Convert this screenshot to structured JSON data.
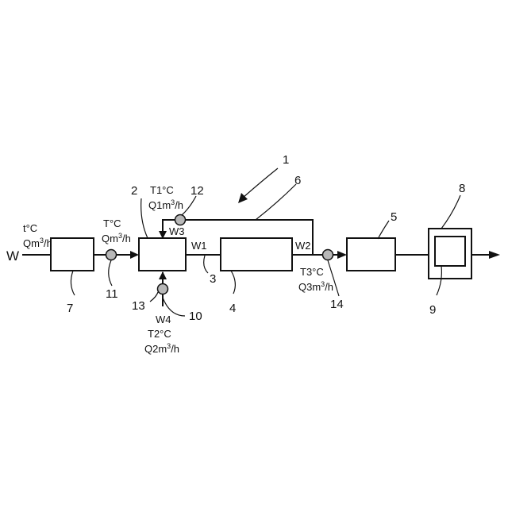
{
  "input_label": "W",
  "inlet": {
    "temp": "t°C",
    "flow": "Qm",
    "flow_sup": "3",
    "flow_unit": "/h"
  },
  "after_unit7": {
    "temp": "T°C",
    "flow": "Qm",
    "flow_sup": "3",
    "flow_unit": "/h"
  },
  "recirc": {
    "temp": "T1°C",
    "flow": "Q1m",
    "flow_sup": "3",
    "flow_unit": "/h",
    "stream": "W3"
  },
  "side_feed": {
    "stream": "W4",
    "temp": "T2°C",
    "flow": "Q2m",
    "flow_sup": "3",
    "flow_unit": "/h"
  },
  "outlet": {
    "temp": "T3°C",
    "flow": "Q3m",
    "flow_sup": "3",
    "flow_unit": "/h"
  },
  "streams": {
    "w1": "W1",
    "w2": "W2"
  },
  "refs": {
    "r1": "1",
    "r2": "2",
    "r3": "3",
    "r4": "4",
    "r5": "5",
    "r6": "6",
    "r7": "7",
    "r8": "8",
    "r9": "9",
    "r10": "10",
    "r11": "11",
    "r12": "12",
    "r13": "13",
    "r14": "14"
  }
}
